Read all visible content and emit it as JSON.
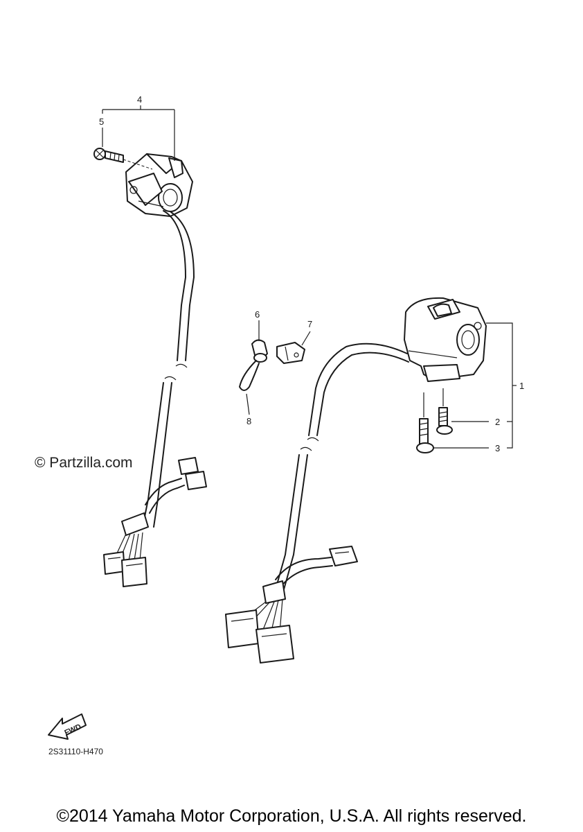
{
  "callouts": {
    "c1": "1",
    "c2": "2",
    "c3": "3",
    "c4": "4",
    "c5": "5",
    "c6": "6",
    "c7": "7",
    "c8": "8"
  },
  "watermark": "© Partzilla.com",
  "fwd_label": "FWD",
  "diagram_code": "2S31110-H470",
  "copyright": "©2014 Yamaha Motor Corporation, U.S.A. All rights reserved."
}
